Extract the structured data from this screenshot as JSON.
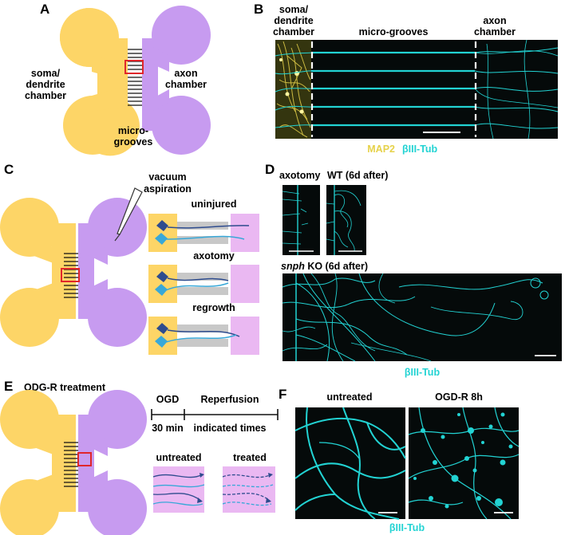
{
  "panels": {
    "A": {
      "letter": "A",
      "soma_label_1": "soma/",
      "soma_label_2": "dendrite",
      "soma_label_3": "chamber",
      "axon_label_1": "axon",
      "axon_label_2": "chamber",
      "grooves_label_1": "micro-",
      "grooves_label_2": "grooves"
    },
    "B": {
      "letter": "B",
      "soma_label_1": "soma/",
      "soma_label_2": "dendrite",
      "soma_label_3": "chamber",
      "grooves_label": "micro-grooves",
      "axon_label_1": "axon",
      "axon_label_2": "chamber",
      "legend_map2": "MAP2",
      "legend_tub": "βIII-Tub"
    },
    "C": {
      "letter": "C",
      "vacuum_1": "vacuum",
      "vacuum_2": "aspiration",
      "uninjured": "uninjured",
      "axotomy": "axotomy",
      "regrowth": "regrowth"
    },
    "D": {
      "letter": "D",
      "axotomy": "axotomy",
      "wt": "WT (6d after)",
      "ko_gene": "snph",
      "ko_rest": " KO (6d after)",
      "legend_tub": "βIII-Tub"
    },
    "E": {
      "letter": "E",
      "title": "ODG-R treatment",
      "ogd": "OGD",
      "reperfusion": "Reperfusion",
      "t30": "30 min",
      "indicated": "indicated times",
      "untreated": "untreated",
      "treated": "treated"
    },
    "F": {
      "letter": "F",
      "untreated": "untreated",
      "ogdr": "OGD-R 8h",
      "legend_tub": "βIII-Tub"
    }
  },
  "colors": {
    "soma_yellow": "#FDD567",
    "axon_purple": "#C79BF0",
    "cyan": "#22D3D3",
    "map2_yellow": "#E6D24A",
    "red_box": "#E0262B",
    "micrograph_bg": "#050A0A",
    "neuron_dark": "#2E4C8E",
    "neuron_light": "#38A8D8",
    "groove_gray": "#C8C8C8",
    "pink_box": "#EAB8F2"
  }
}
